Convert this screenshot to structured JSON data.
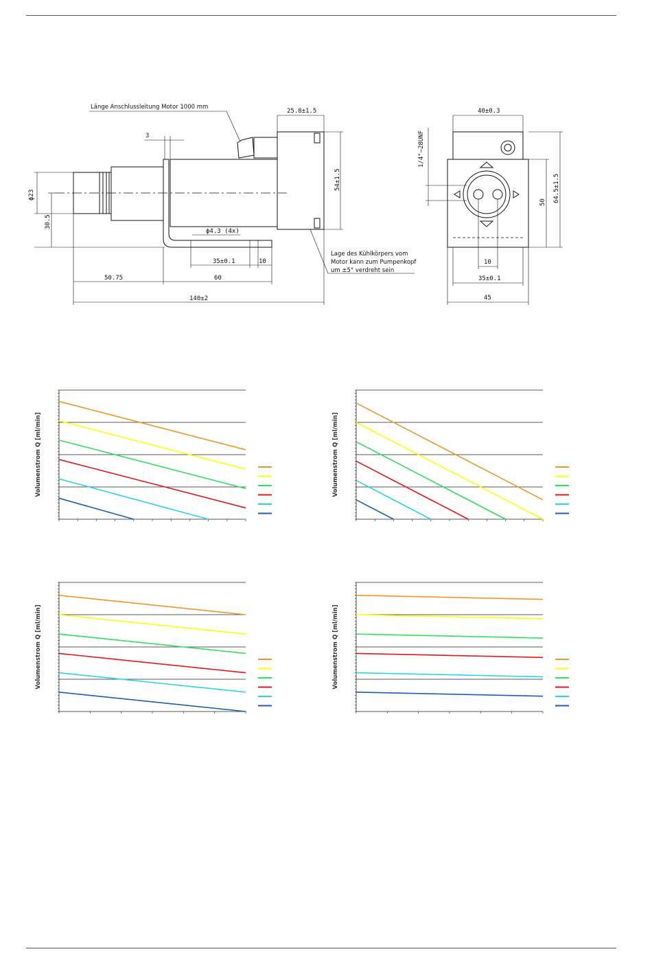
{
  "drawing": {
    "cable_note": "Länge Anschlussleitung Motor 1000 mm",
    "heatsink_note": [
      "Lage des Kühlkörpers vom",
      "Motor kann zum Pumpenkopf",
      "um ±5° verdreht sein"
    ],
    "dims": {
      "d_3": "3",
      "d_25_8": "25.8±1.5",
      "d_54": "54±1.5",
      "d_phi23": "ϕ23",
      "d_30_5": "30.5",
      "d_hole": "ϕ4.3 (4x)",
      "d_35": "35±0.1",
      "d_10a": "10",
      "d_50_75": "50.75",
      "d_60": "60",
      "d_140": "140±2",
      "d_40": "40±0.3",
      "d_thread": "1/4\"–28UNF",
      "d_50": "50",
      "d_64_5": "64.5±1.5",
      "d_10b": "10",
      "d_35b": "35±0.1",
      "d_45": "45"
    }
  },
  "colors": {
    "orange": "#f0962a",
    "yellow": "#ffff00",
    "green": "#2ee05a",
    "red": "#e01818",
    "cyan": "#2ad4e8",
    "blue": "#1a5eb0"
  },
  "chart_data": [
    {
      "type": "line",
      "ylabel": "Volumenstrom Q [ml/min]",
      "xlim": [
        0,
        10
      ],
      "ylim": [
        0,
        8
      ],
      "series": [
        {
          "color": "orange",
          "x": [
            0,
            10
          ],
          "y": [
            7.3,
            4.3
          ]
        },
        {
          "color": "yellow",
          "x": [
            0,
            10
          ],
          "y": [
            6.1,
            3.1
          ]
        },
        {
          "color": "green",
          "x": [
            0,
            10
          ],
          "y": [
            4.9,
            1.9
          ]
        },
        {
          "color": "red",
          "x": [
            0,
            10
          ],
          "y": [
            3.7,
            0.7
          ]
        },
        {
          "color": "cyan",
          "x": [
            0,
            8
          ],
          "y": [
            2.5,
            0
          ]
        },
        {
          "color": "blue",
          "x": [
            0,
            4
          ],
          "y": [
            1.3,
            0
          ]
        }
      ]
    },
    {
      "type": "line",
      "ylabel": "Volumenstrom Q [ml/min]",
      "xlim": [
        0,
        10
      ],
      "ylim": [
        0,
        8
      ],
      "series": [
        {
          "color": "orange",
          "x": [
            0,
            10
          ],
          "y": [
            7.2,
            1.2
          ]
        },
        {
          "color": "yellow",
          "x": [
            0,
            10
          ],
          "y": [
            6.0,
            0
          ]
        },
        {
          "color": "green",
          "x": [
            0,
            8
          ],
          "y": [
            4.8,
            0
          ]
        },
        {
          "color": "red",
          "x": [
            0,
            6
          ],
          "y": [
            3.6,
            0
          ]
        },
        {
          "color": "cyan",
          "x": [
            0,
            4
          ],
          "y": [
            2.4,
            0
          ]
        },
        {
          "color": "blue",
          "x": [
            0,
            2
          ],
          "y": [
            1.2,
            0
          ]
        }
      ]
    },
    {
      "type": "line",
      "ylabel": "Volumenstrom Q [ml/min]",
      "xlim": [
        0,
        6
      ],
      "ylim": [
        0,
        8
      ],
      "series": [
        {
          "color": "orange",
          "x": [
            0,
            6
          ],
          "y": [
            7.2,
            6.0
          ]
        },
        {
          "color": "yellow",
          "x": [
            0,
            6
          ],
          "y": [
            6.0,
            4.8
          ]
        },
        {
          "color": "green",
          "x": [
            0,
            6
          ],
          "y": [
            4.8,
            3.6
          ]
        },
        {
          "color": "red",
          "x": [
            0,
            6
          ],
          "y": [
            3.6,
            2.4
          ]
        },
        {
          "color": "cyan",
          "x": [
            0,
            6
          ],
          "y": [
            2.4,
            1.2
          ]
        },
        {
          "color": "blue",
          "x": [
            0,
            6
          ],
          "y": [
            1.2,
            0
          ]
        }
      ]
    },
    {
      "type": "line",
      "ylabel": "Volumenstrom Q [ml/min]",
      "xlim": [
        0,
        6
      ],
      "ylim": [
        0,
        8
      ],
      "series": [
        {
          "color": "orange",
          "x": [
            0,
            6
          ],
          "y": [
            7.2,
            6.95
          ]
        },
        {
          "color": "yellow",
          "x": [
            0,
            6
          ],
          "y": [
            6.0,
            5.75
          ]
        },
        {
          "color": "green",
          "x": [
            0,
            6
          ],
          "y": [
            4.8,
            4.55
          ]
        },
        {
          "color": "red",
          "x": [
            0,
            6
          ],
          "y": [
            3.6,
            3.35
          ]
        },
        {
          "color": "cyan",
          "x": [
            0,
            6
          ],
          "y": [
            2.4,
            2.15
          ]
        },
        {
          "color": "blue",
          "x": [
            0,
            6
          ],
          "y": [
            1.2,
            0.95
          ]
        }
      ]
    }
  ]
}
